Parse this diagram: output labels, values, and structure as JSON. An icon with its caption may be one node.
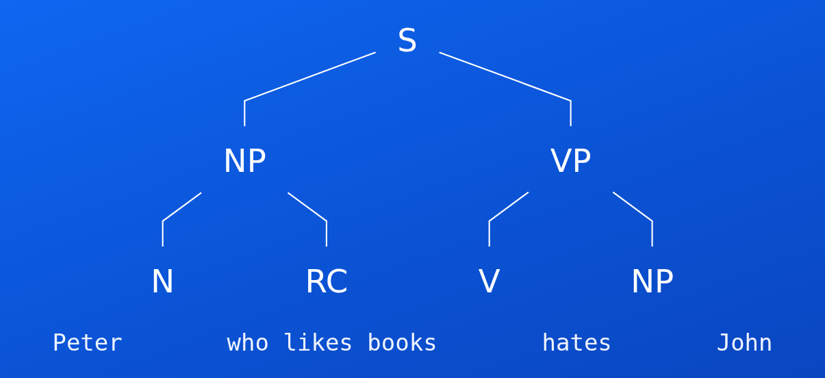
{
  "diagram": {
    "nodes": [
      {
        "text": [
          "S"
        ]
      },
      {
        "text": [
          "NP"
        ]
      },
      {
        "text": [
          "VP"
        ]
      },
      {
        "text": [
          "N"
        ]
      },
      {
        "text": [
          "RC"
        ]
      },
      {
        "text": [
          "V"
        ]
      },
      {
        "text": [
          "NP"
        ]
      }
    ],
    "edges": [
      {
        "from": 0,
        "to": 1,
        "arrow": "none"
      },
      {
        "from": 0,
        "to": 2,
        "arrow": "none"
      },
      {
        "from": 1,
        "to": 3,
        "arrow": "none"
      },
      {
        "from": 1,
        "to": 4,
        "arrow": "none"
      },
      {
        "from": 2,
        "to": 5,
        "arrow": "none"
      },
      {
        "from": 2,
        "to": 6,
        "arrow": "none"
      }
    ],
    "labels": [
      "Peter",
      "who likes books",
      "hates",
      "John"
    ]
  }
}
